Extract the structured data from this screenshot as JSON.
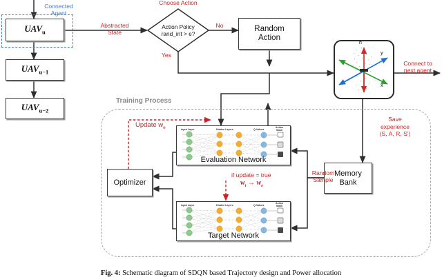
{
  "figure": {
    "caption_prefix": "Fig. 4:",
    "caption_text": "Schematic diagram of SDQN based Trajectory design and Power allocation"
  },
  "agent_group": {
    "label": "Connected\nAgent",
    "color": "#3b7dd8"
  },
  "uav_nodes": [
    {
      "name": "UAV",
      "sub": "u"
    },
    {
      "name": "UAV",
      "sub": "u−1"
    },
    {
      "name": "UAV",
      "sub": "u−2"
    }
  ],
  "edge_labels": {
    "abstracted_state": "Abstracted\nState",
    "choose_action": "Choose Action",
    "no": "No",
    "yes": "Yes",
    "connect_next_agent": "Connect to\nnext agent",
    "save_experience": "Save\nexperience\n(S, A, R, S')",
    "random_sample": "Random\nSample",
    "update_we": "Update w",
    "update_we_sub": "e",
    "if_update_true": "if update = true",
    "weight_copy": "w",
    "weight_copy_from": "t",
    "weight_copy_arrow": " → w",
    "weight_copy_to": "e"
  },
  "decision": {
    "line1": "Action Policy",
    "line2": "rand_int > e?"
  },
  "blocks": {
    "random_action": "Random\nAction",
    "optimizer": "Optimizer",
    "memory_bank": "Memory\nBank",
    "training_process": "Training Process"
  },
  "networks": [
    {
      "title": "Evaluation Network"
    },
    {
      "title": "Target Network"
    }
  ],
  "network_layers": {
    "input": "Input Layer",
    "hidden": "Hidden Layers",
    "qvalues": "Q-Values",
    "mask": "Action\nMask"
  },
  "env_plot": {
    "axis_h": "h",
    "axis_x": "x",
    "axis_y": "y",
    "axis_h_color": "#d62728",
    "axis_x_color": "#2ca02c",
    "axis_y_color": "#1f6fd0"
  },
  "colors": {
    "input_node": "#8ec98e",
    "hidden_node": "#f3ad33",
    "qvalue_node": "#85b8e0",
    "stroke": "#3a3a3a",
    "red": "#cc2222",
    "blue": "#3b7dd8",
    "gray": "#a6a6a6"
  }
}
